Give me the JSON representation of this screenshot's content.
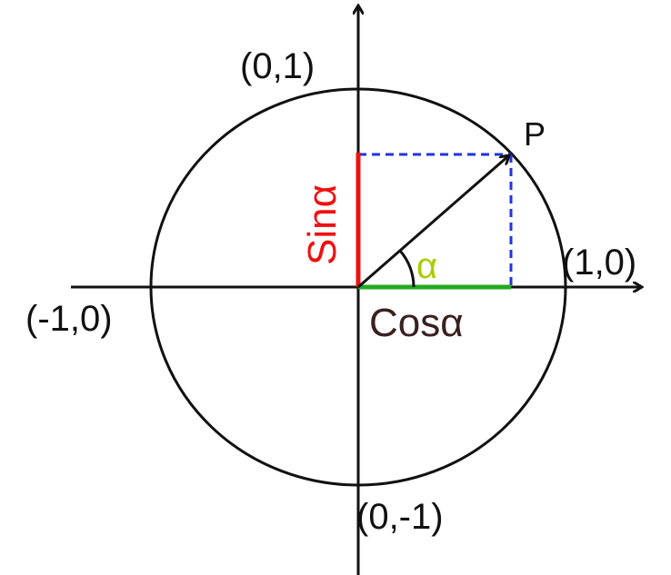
{
  "labels": {
    "top": "(0,1)",
    "right": "(1,0)",
    "left": "(-1,0)",
    "bottom": "(0,-1)",
    "point": "P",
    "sin": "Sinα",
    "cos": "Cosα",
    "angle": "α"
  },
  "colors": {
    "sin": "#ee1111",
    "cos": "#22aa22",
    "angle": "#aacc00",
    "cos_label": "#3a2020",
    "projection": "#2233dd"
  }
}
